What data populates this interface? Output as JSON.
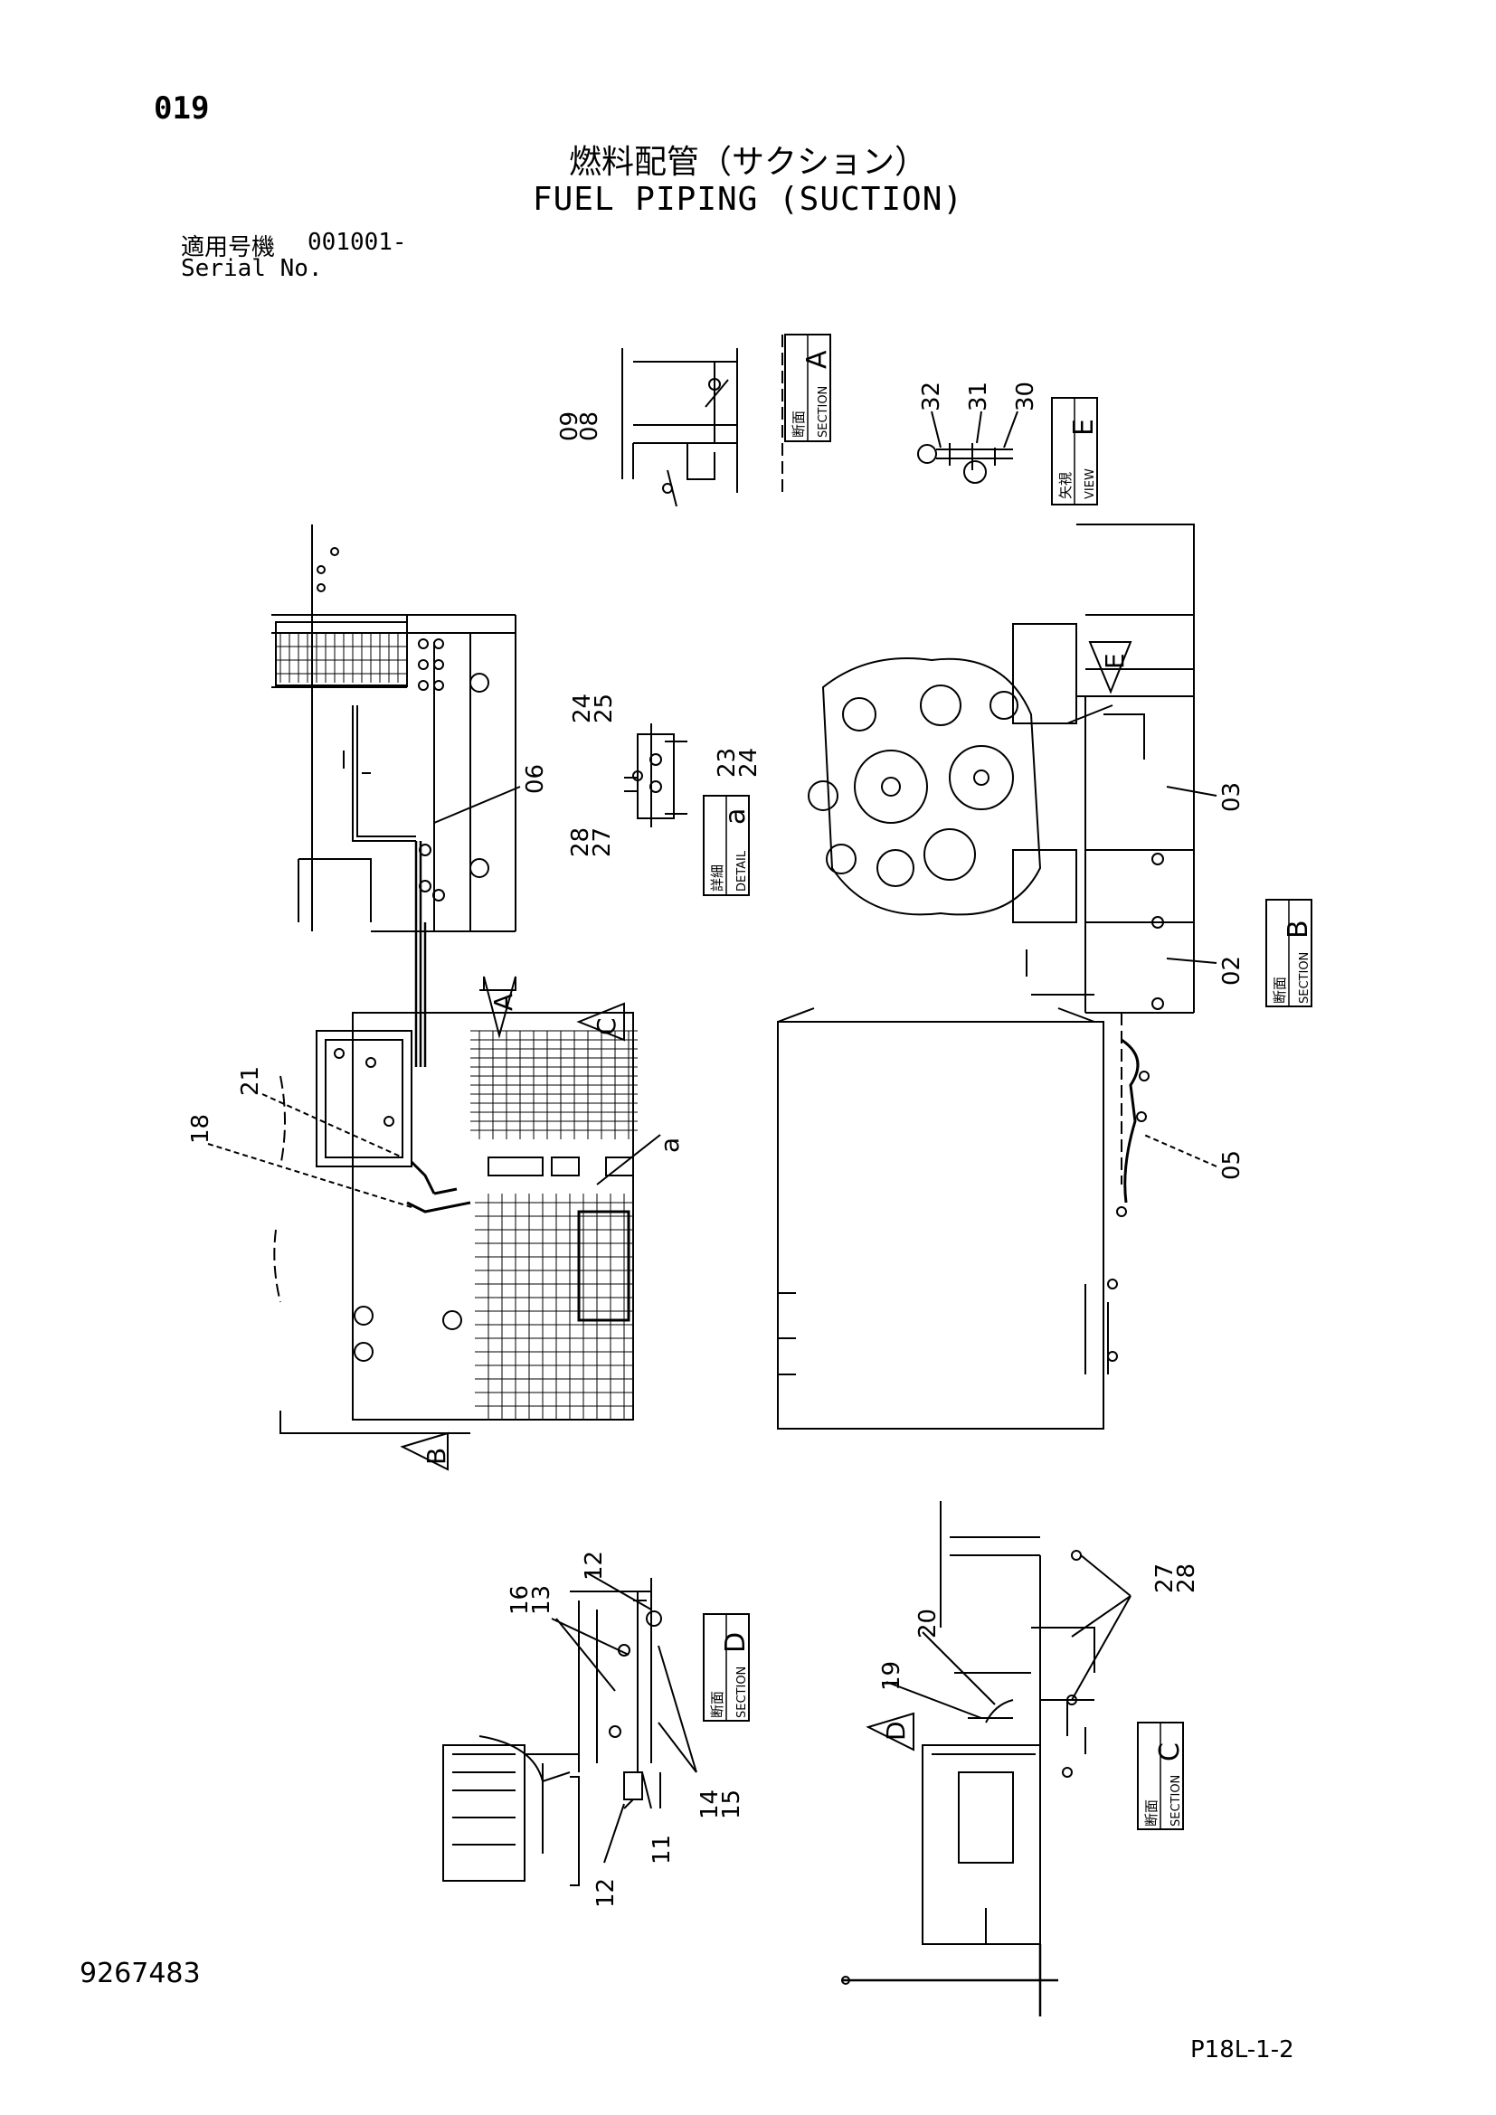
{
  "header": {
    "page_number": "019",
    "title_ja": "燃料配管（サクション）",
    "title_en": "FUEL PIPING (SUCTION)",
    "serial_label_ja": "適用号機",
    "serial_value": "001001-",
    "serial_label_en": "Serial No."
  },
  "footer": {
    "doc_number": "9267483",
    "page_code": "P18L-1-2"
  },
  "callouts": {
    "p02": "02",
    "p03": "03",
    "p05": "05",
    "p06": "06",
    "p08": "08",
    "p09": "09",
    "p11": "11",
    "p12a": "12",
    "p12b": "12",
    "p13": "13",
    "p14": "14",
    "p15": "15",
    "p16": "16",
    "p18": "18",
    "p19": "19",
    "p20": "20",
    "p21": "21",
    "p23": "23",
    "p24a": "24",
    "p24b": "24",
    "p25": "25",
    "p27a": "27",
    "p28a": "28",
    "p27b": "27",
    "p28b": "28",
    "p30": "30",
    "p31": "31",
    "p32": "32"
  },
  "sections": {
    "section_a": {
      "ja": "断面",
      "en": "SECTION",
      "letter": "A"
    },
    "section_b": {
      "ja": "断面",
      "en": "SECTION",
      "letter": "B"
    },
    "section_c": {
      "ja": "断面",
      "en": "SECTION",
      "letter": "C"
    },
    "section_d": {
      "ja": "断面",
      "en": "SECTION",
      "letter": "D"
    },
    "view_e": {
      "ja": "矢視",
      "en": "VIEW",
      "letter": "E"
    },
    "detail_a": {
      "ja": "詳細",
      "en": "DETAIL",
      "letter": "a"
    }
  },
  "markers": {
    "arrow_a": "A",
    "arrow_b": "B",
    "arrow_c": "C",
    "arrow_d": "D",
    "arrow_e": "E",
    "detail_a": "a"
  }
}
